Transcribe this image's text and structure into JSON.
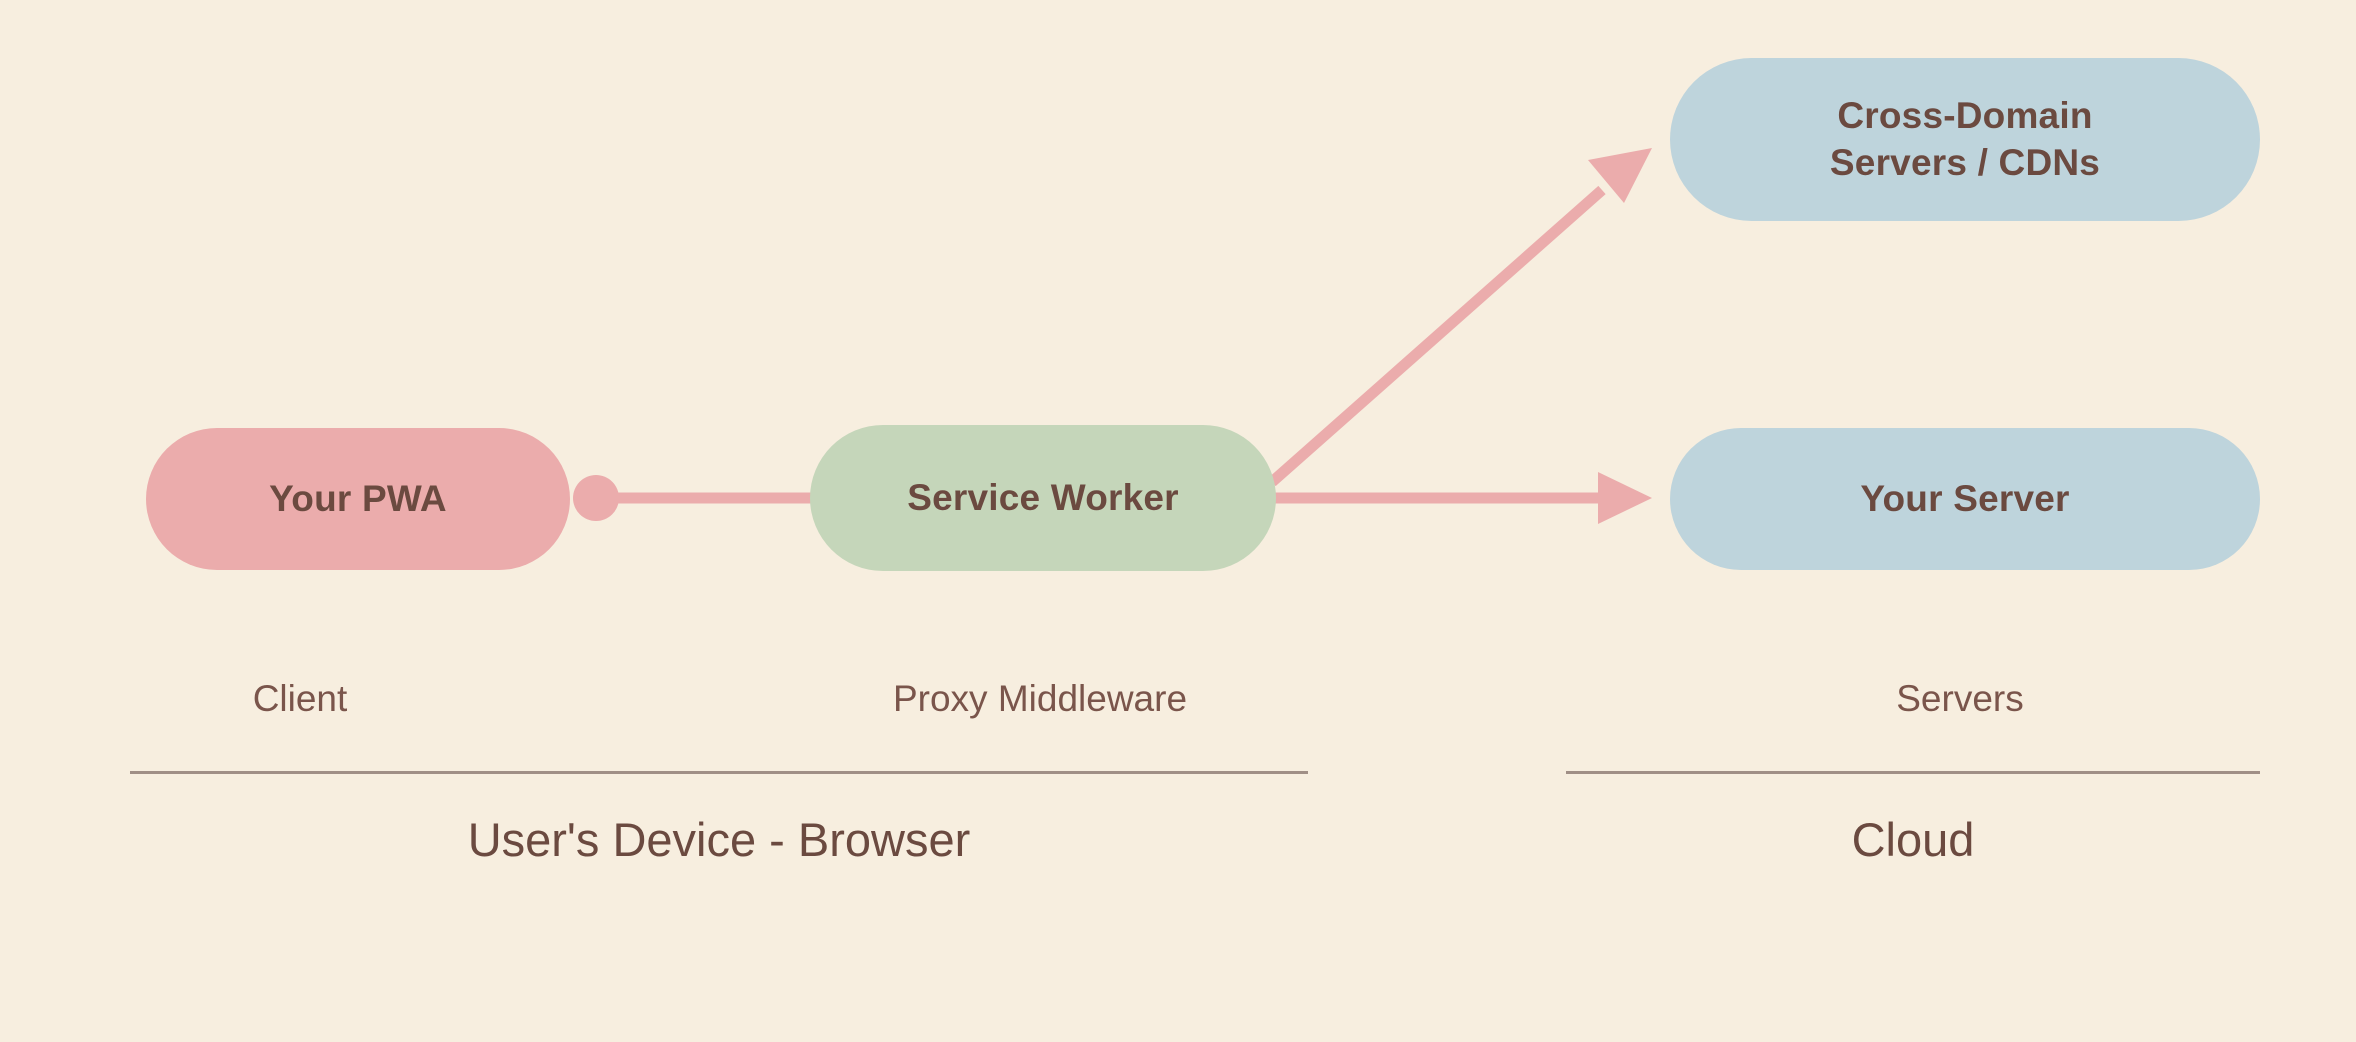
{
  "theme": {
    "background": "#F7EEDF",
    "pink": "#EBACAC",
    "green": "#C5D6BA",
    "blue": "#BED4DC",
    "text_dark": "#6B4A40",
    "text_muted": "#7A554B",
    "rule": "#A08F86",
    "connector": "#EBACAC"
  },
  "nodes": {
    "pwa": {
      "label": "Your PWA",
      "color": "#EBACAC"
    },
    "service_worker": {
      "label": "Service Worker",
      "color": "#C5D6BA"
    },
    "cross_domain": {
      "label": "Cross-Domain\nServers / CDNs",
      "color": "#BED4DC"
    },
    "your_server": {
      "label": "Your Server",
      "color": "#BED4DC"
    }
  },
  "zones": {
    "client": "Client",
    "proxy": "Proxy Middleware",
    "servers": "Servers"
  },
  "groups": {
    "device": "User's Device - Browser",
    "cloud": "Cloud"
  },
  "connectors": [
    {
      "name": "pwa-to-service-worker",
      "from": "Your PWA",
      "to": "Service Worker",
      "style": "line-with-dot"
    },
    {
      "name": "service-worker-to-cross-domain",
      "from": "Service Worker",
      "to": "Cross-Domain Servers / CDNs",
      "style": "arrow"
    },
    {
      "name": "service-worker-to-your-server",
      "from": "Service Worker",
      "to": "Your Server",
      "style": "arrow"
    }
  ]
}
